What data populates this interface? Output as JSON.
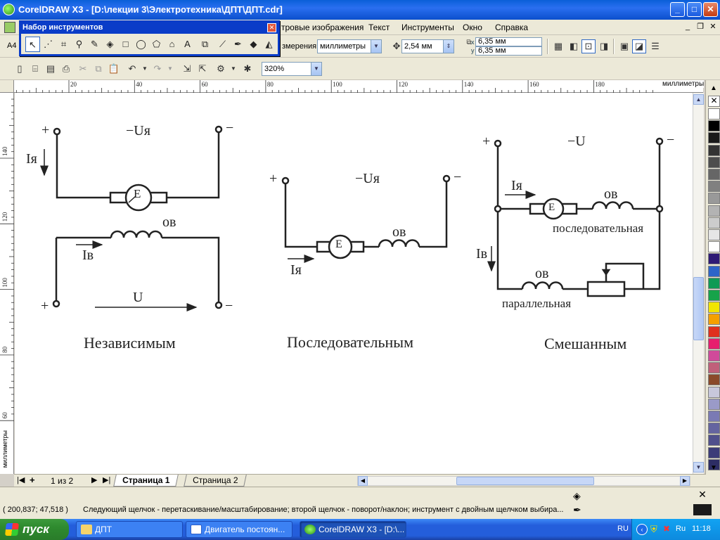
{
  "window": {
    "title": "CorelDRAW X3 - [D:\\лекции 3\\Электротехника\\ДПТ\\ДПТ.cdr]",
    "controls": {
      "minimize": "_",
      "maximize": "□",
      "close": "✕"
    }
  },
  "menubar": {
    "items": [
      {
        "label": "тровые изображения"
      },
      {
        "label": "Текст"
      },
      {
        "label": "Инструменты"
      },
      {
        "label": "Окно"
      },
      {
        "label": "Справка"
      }
    ],
    "mdi": {
      "minimize": "_",
      "restore": "❐",
      "close": "✕"
    }
  },
  "toolbox": {
    "title": "Набор инструментов",
    "close": "✕"
  },
  "propbar": {
    "page_size": "A4",
    "units_label": "змерения:",
    "units_value": "миллиметры",
    "nudge_value": "2,54 мм",
    "dup_x": "6,35 мм",
    "dup_y": "6,35 мм",
    "x_label": "x",
    "y_label": "y"
  },
  "stdbar": {
    "zoom": "320%"
  },
  "ruler": {
    "h_ticks": [
      "20",
      "40",
      "60",
      "80",
      "100",
      "120",
      "140",
      "160",
      "180"
    ],
    "h_unit": "миллиметры",
    "v_ticks": [
      "140",
      "120",
      "100",
      "80",
      "60"
    ],
    "v_unit": "миллиметры"
  },
  "diagram": {
    "independent": {
      "plus_top": "+",
      "minus_top": "−",
      "voltage": "−Uя",
      "current_armature": "Iя",
      "motor": "E",
      "field_winding": "ов",
      "current_field": "Iв",
      "plus_bottom": "+",
      "minus_bottom": "−",
      "u_label": "U",
      "caption": "Независимым"
    },
    "series": {
      "plus": "+",
      "minus": "−",
      "voltage": "−Uя",
      "motor": "E",
      "field_winding": "ов",
      "current": "Iя",
      "caption": "Последовательным"
    },
    "compound": {
      "plus": "+",
      "minus": "−",
      "voltage": "−U",
      "current_armature": "Iя",
      "motor": "E",
      "field_winding_series": "ов",
      "series_label": "последовательная",
      "current_field": "Iв",
      "field_winding_parallel": "ов",
      "parallel_label": "параллельная",
      "caption": "Смешанным"
    }
  },
  "pagebar": {
    "page_counter": "1 из 2",
    "tabs": [
      "Страница 1",
      "Страница 2"
    ]
  },
  "status": {
    "coords": "( 200,837; 47,518 )",
    "hint": "Следующий щелчок - перетаскивание/масштабирование; второй щелчок - поворот/наклон; инструмент с двойным щелчком выбира..."
  },
  "taskbar": {
    "start": "пуск",
    "tasks": [
      {
        "label": "ДПТ"
      },
      {
        "label": "Двигатель постоян..."
      },
      {
        "label": "CorelDRAW X3 - [D:\\..."
      }
    ],
    "lang": "RU",
    "tray_lang": "Ru",
    "clock": "11:18"
  },
  "palette": {
    "colors": [
      "#ffffff",
      "#000000",
      "#1a1a1a",
      "#333333",
      "#4d4d4d",
      "#666666",
      "#808080",
      "#999999",
      "#b3b3b3",
      "#cccccc",
      "#e6e6e6",
      "#ffffff",
      "#2e1a75",
      "#2d64c8",
      "#0f9a55",
      "#16a34a",
      "#f2e500",
      "#f5a000",
      "#e0301e",
      "#e61e6e",
      "#d04a9a",
      "#c0607a",
      "#8a4a2a",
      "#c8c8dc",
      "#9a9ac8",
      "#7a7ab4",
      "#6464a0",
      "#50508c",
      "#3c3c78",
      "#2d2d64"
    ]
  }
}
